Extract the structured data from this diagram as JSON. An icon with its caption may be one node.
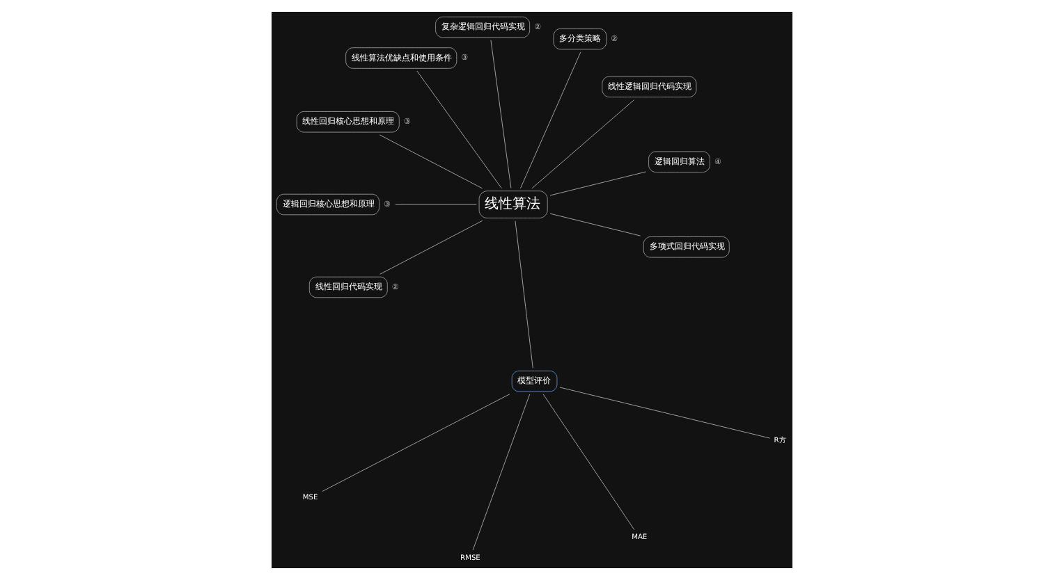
{
  "diagram": {
    "nodes": [
      {
        "text": [
          "线性算法"
        ]
      },
      {
        "text": [
          "逻辑回归算法"
        ],
        "beside": [
          "④"
        ]
      },
      {
        "text": [
          "线性逻辑回归代码实现"
        ]
      },
      {
        "text": [
          "多分类策略"
        ],
        "beside": [
          "②"
        ]
      },
      {
        "text": [
          "复杂逻辑回归代码实现"
        ],
        "beside": [
          "②"
        ]
      },
      {
        "text": [
          "线性算法优缺点和使用条件"
        ],
        "beside": [
          "③"
        ]
      },
      {
        "text": [
          "线性回归核心思想和原理"
        ],
        "beside": [
          "③"
        ]
      },
      {
        "text": [
          "逻辑回归核心思想和原理"
        ],
        "beside": [
          "③"
        ]
      },
      {
        "text": [
          "线性回归代码实现"
        ],
        "beside": [
          "②"
        ]
      },
      {
        "text": [
          "模型评价"
        ]
      },
      {
        "text": [
          "MSE"
        ]
      },
      {
        "text": [
          "RMSE"
        ]
      },
      {
        "text": [
          "MAE"
        ]
      },
      {
        "text": [
          "R方"
        ]
      },
      {
        "text": [
          "多项式回归代码实现"
        ]
      }
    ],
    "edges": [
      {
        "from": 0,
        "to": 1,
        "arrow": "none"
      },
      {
        "from": 0,
        "to": 2,
        "arrow": "none"
      },
      {
        "from": 0,
        "to": 3,
        "arrow": "none"
      },
      {
        "from": 0,
        "to": 4,
        "arrow": "none"
      },
      {
        "from": 0,
        "to": 5,
        "arrow": "none"
      },
      {
        "from": 0,
        "to": 6,
        "arrow": "none"
      },
      {
        "from": 0,
        "to": 7,
        "arrow": "none"
      },
      {
        "from": 0,
        "to": 8,
        "arrow": "none"
      },
      {
        "from": 0,
        "to": 9,
        "arrow": "none"
      },
      {
        "from": 9,
        "to": 10,
        "arrow": "none"
      },
      {
        "from": 9,
        "to": 11,
        "arrow": "none"
      },
      {
        "from": 9,
        "to": 12,
        "arrow": "none"
      },
      {
        "from": 9,
        "to": 13,
        "arrow": "none"
      },
      {
        "from": 0,
        "to": 14,
        "arrow": "none"
      }
    ]
  }
}
